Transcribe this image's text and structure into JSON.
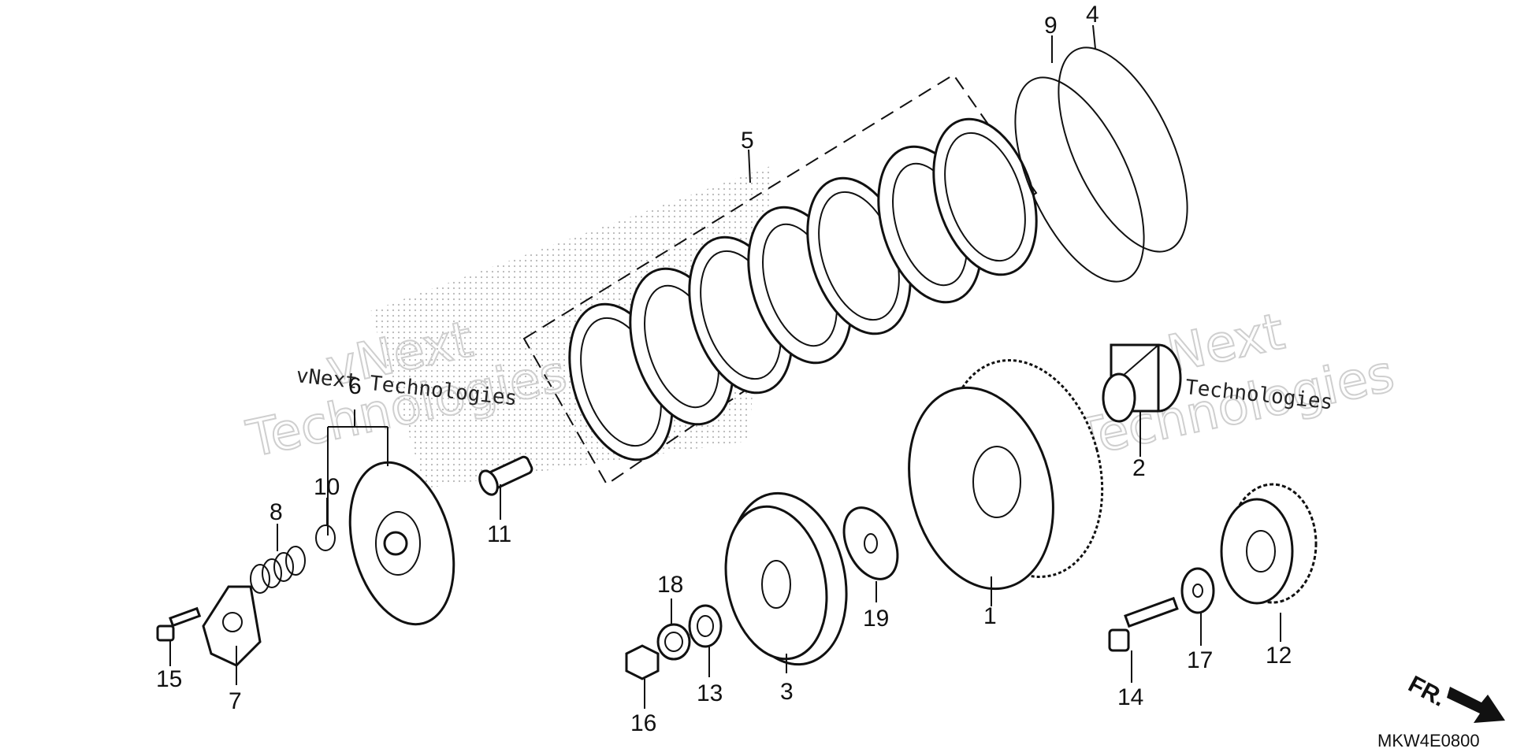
{
  "diagram": {
    "code": "MKW4E0800",
    "direction_label": "FR.",
    "watermark": {
      "brand": "vNext",
      "word": "Technologies",
      "combined": "vNext Technologies"
    },
    "labels": [
      "1",
      "2",
      "3",
      "4",
      "5",
      "6",
      "7",
      "8",
      "9",
      "10",
      "11",
      "12",
      "13",
      "14",
      "15",
      "16",
      "17",
      "18",
      "19"
    ]
  }
}
